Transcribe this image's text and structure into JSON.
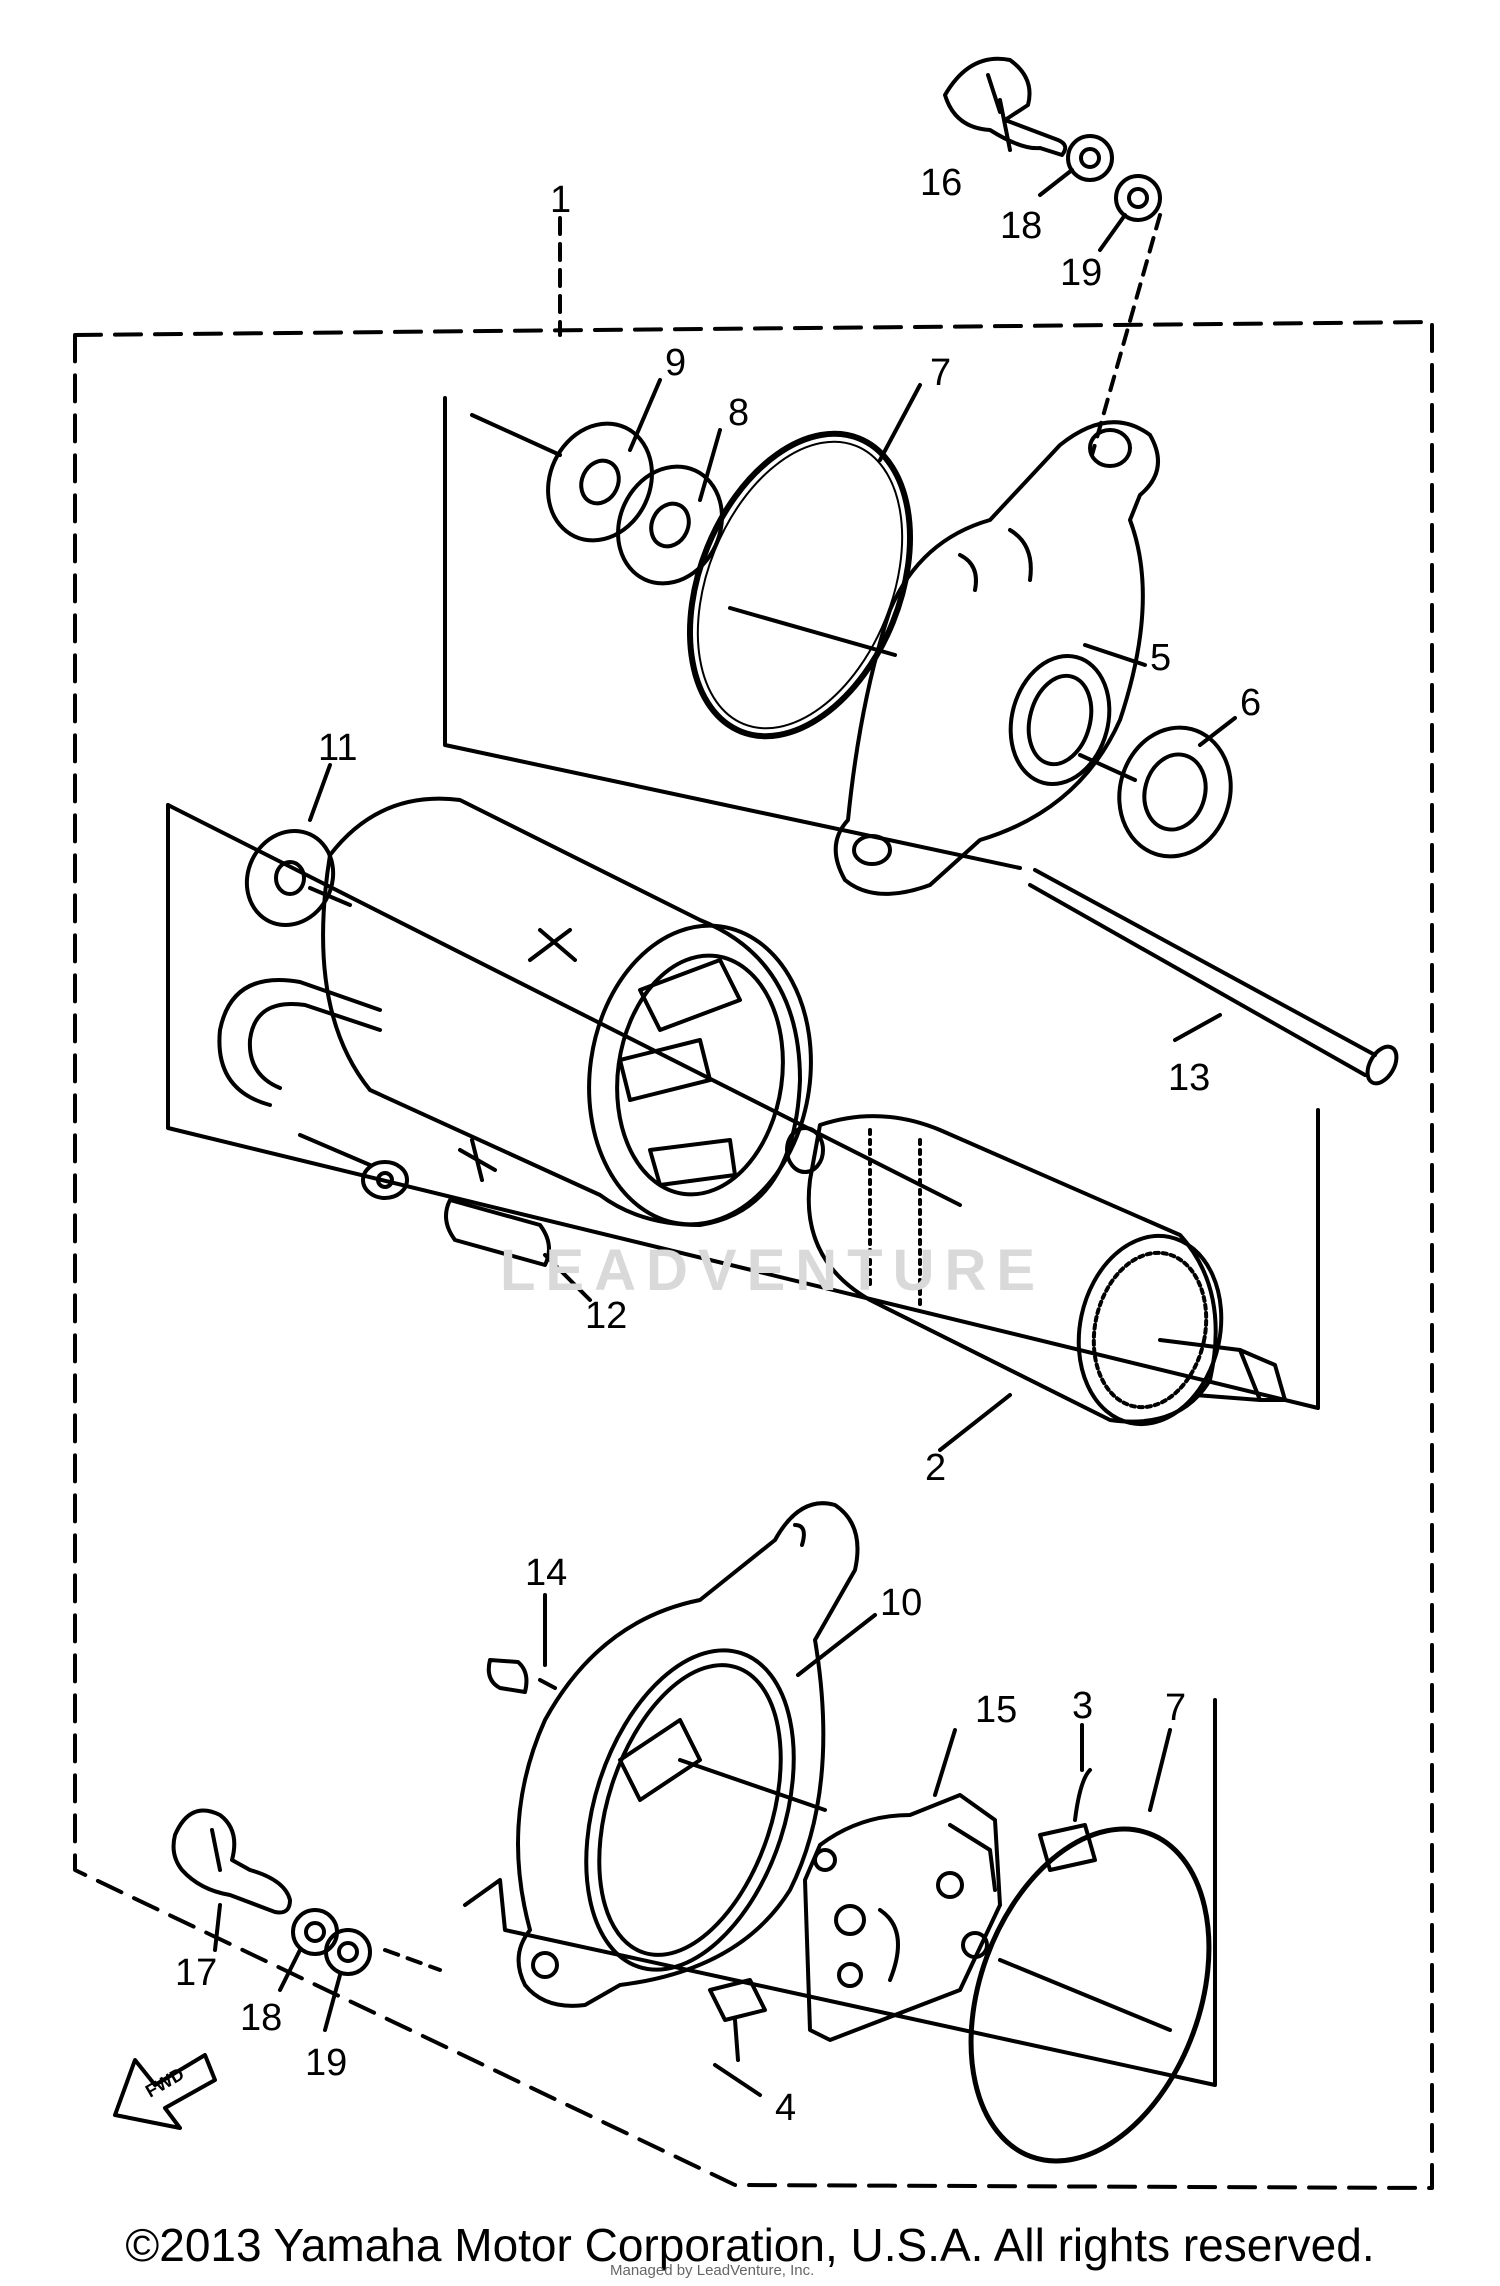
{
  "watermark": "LEADVENTURE",
  "fwd_label": "FWD",
  "copyright": "©2013 Yamaha Motor Corporation, U.S.A. All rights reserved.",
  "credit": "Managed by LeadVenture, Inc.",
  "callouts": {
    "c1": "1",
    "c2": "2",
    "c3": "3",
    "c4": "4",
    "c5": "5",
    "c6": "6",
    "c7a": "7",
    "c7b": "7",
    "c8": "8",
    "c9": "9",
    "c10": "10",
    "c11": "11",
    "c12": "12",
    "c13": "13",
    "c14": "14",
    "c15": "15",
    "c16": "16",
    "c17": "17",
    "c18a": "18",
    "c18b": "18",
    "c19a": "19",
    "c19b": "19"
  }
}
